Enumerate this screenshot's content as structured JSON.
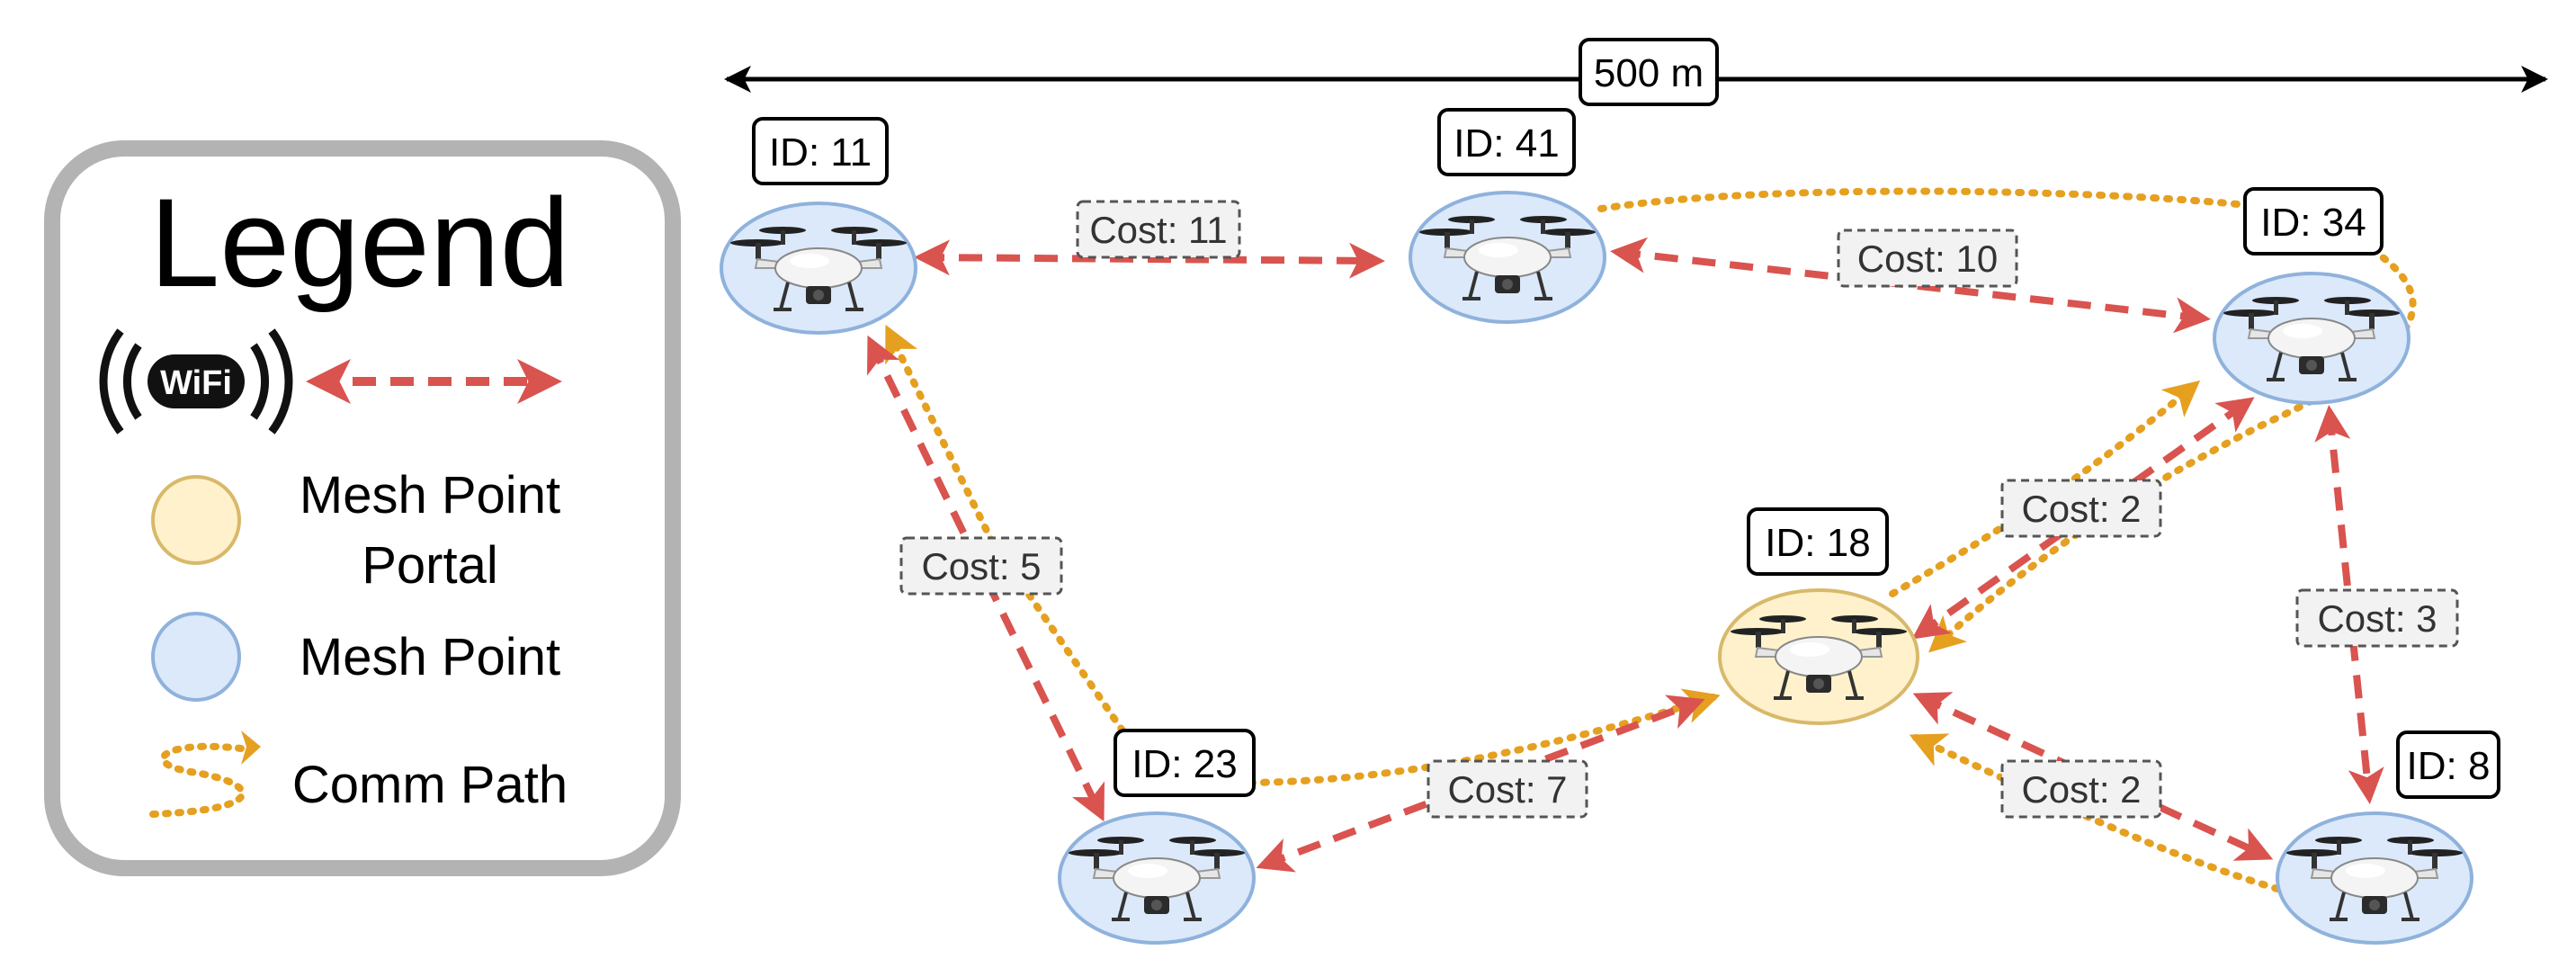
{
  "scale": {
    "label": "500 m"
  },
  "legend": {
    "title": "Legend",
    "items": [
      {
        "kind": "wifi-link",
        "label": ""
      },
      {
        "kind": "portal",
        "label_lines": [
          "Mesh Point",
          "Portal"
        ]
      },
      {
        "kind": "mesh-point",
        "label": "Mesh Point"
      },
      {
        "kind": "comm-path",
        "label": "Comm Path"
      }
    ],
    "wifi_badge": "WiFi"
  },
  "colors": {
    "link": "#d9534f",
    "path": "#e5a020",
    "mesh_fill": "#dbe9fb",
    "mesh_stroke": "#8fb2dc",
    "portal_fill": "#fff1cc",
    "portal_stroke": "#d8b96a",
    "legend_border": "#b3b3b3"
  },
  "nodes": [
    {
      "id": "11",
      "label": "ID: 11",
      "type": "mesh-point"
    },
    {
      "id": "41",
      "label": "ID: 41",
      "type": "mesh-point"
    },
    {
      "id": "34",
      "label": "ID: 34",
      "type": "mesh-point"
    },
    {
      "id": "18",
      "label": "ID: 18",
      "type": "portal"
    },
    {
      "id": "23",
      "label": "ID: 23",
      "type": "mesh-point"
    },
    {
      "id": "8",
      "label": "ID: 8",
      "type": "mesh-point"
    }
  ],
  "links": [
    {
      "from": "11",
      "to": "41",
      "cost": "Cost: 11"
    },
    {
      "from": "41",
      "to": "34",
      "cost": "Cost: 10"
    },
    {
      "from": "11",
      "to": "23",
      "cost": "Cost: 5"
    },
    {
      "from": "23",
      "to": "18",
      "cost": "Cost: 7"
    },
    {
      "from": "18",
      "to": "34",
      "cost": "Cost: 2"
    },
    {
      "from": "34",
      "to": "8",
      "cost": "Cost: 3"
    },
    {
      "from": "18",
      "to": "8",
      "cost": "Cost: 2"
    }
  ],
  "comm_paths": [
    {
      "from": "41",
      "to": "18"
    },
    {
      "from": "23",
      "to": "11"
    },
    {
      "from": "23",
      "to": "18"
    },
    {
      "from": "18",
      "to": "34"
    },
    {
      "from": "8",
      "to": "18"
    }
  ]
}
